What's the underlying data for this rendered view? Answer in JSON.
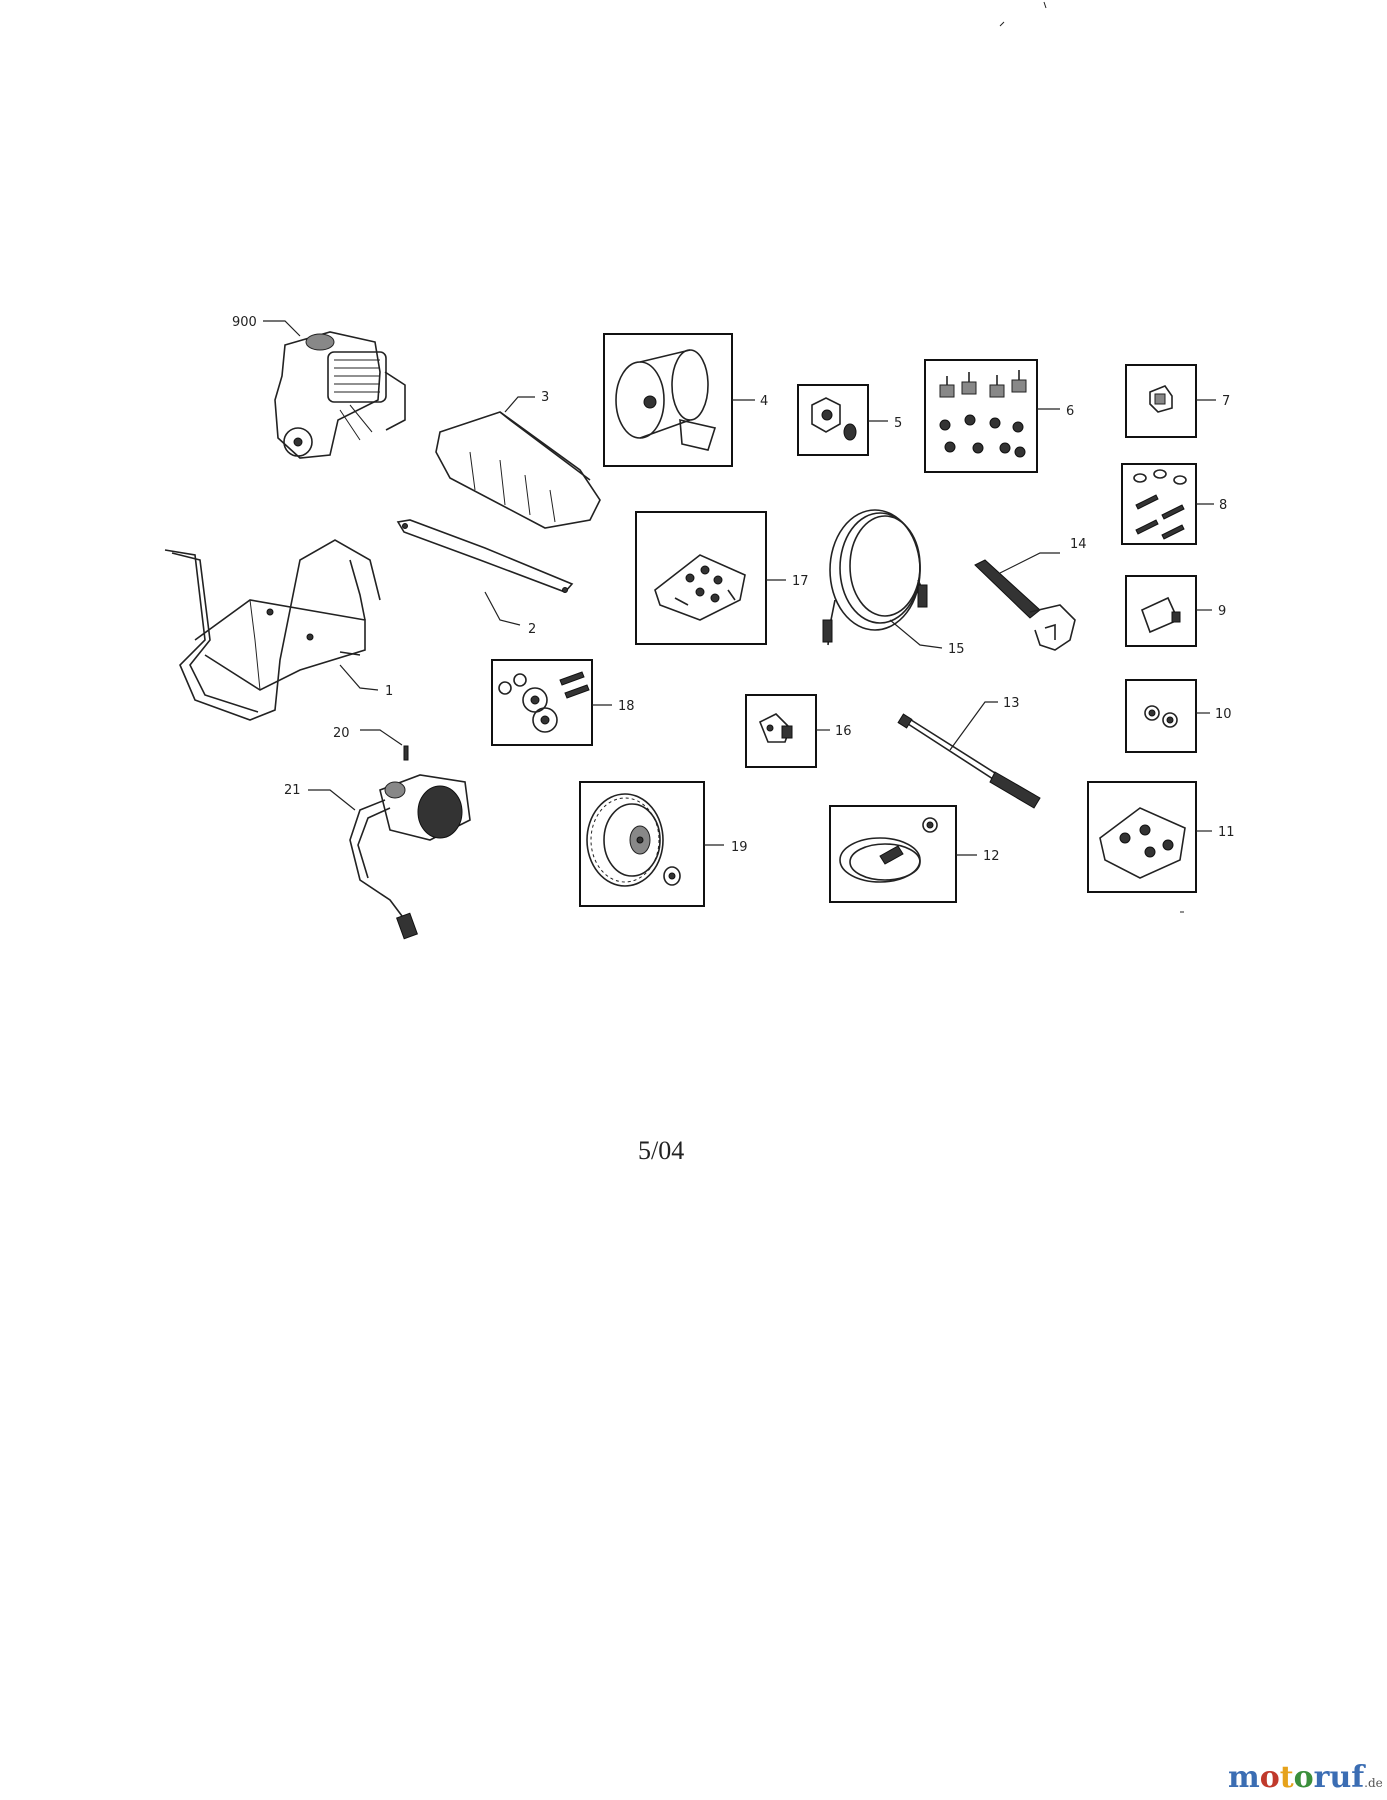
{
  "labels": {
    "l900": "900",
    "l1": "1",
    "l2": "2",
    "l3": "3",
    "l4": "4",
    "l5": "5",
    "l6": "6",
    "l7": "7",
    "l8": "8",
    "l9": "9",
    "l10": "10",
    "l11": "11",
    "l12": "12",
    "l13": "13",
    "l14": "14",
    "l15": "15",
    "l16": "16",
    "l17": "17",
    "l18": "18",
    "l19": "19",
    "l20": "20",
    "l21": "21"
  },
  "document": {
    "date_code": "5/04"
  },
  "watermark": {
    "m1": "m",
    "m2": "o",
    "m3": "t",
    "m4": "o",
    "m5": "ruf",
    "suffix": ".de"
  }
}
